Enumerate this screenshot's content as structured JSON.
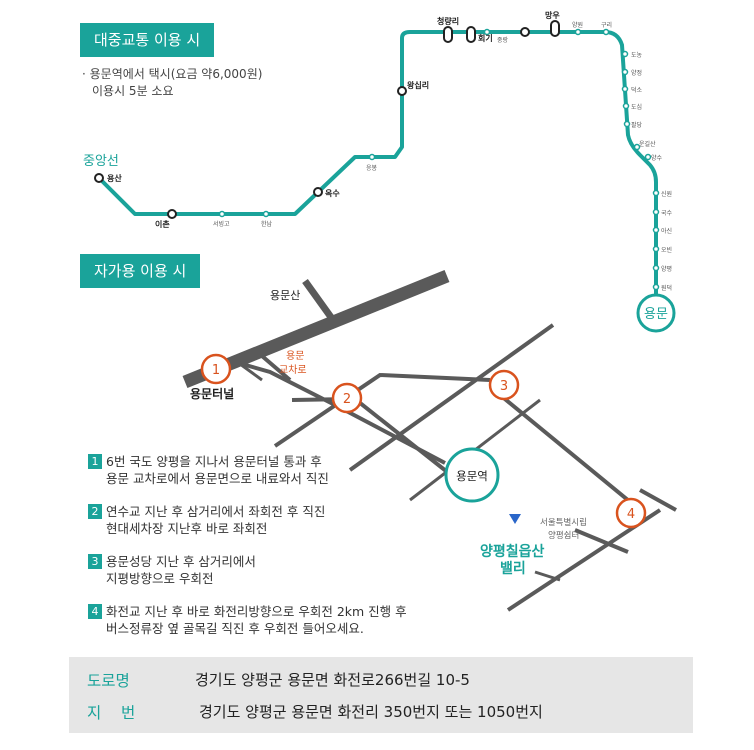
{
  "transit": {
    "badge": "대중교통 이용 시",
    "note_line1": "· 용문역에서 택시(요금 약6,000원)",
    "note_line2": "이용시 5분 소요",
    "line_name": "중앙선",
    "stations": {
      "yongsan": "용산",
      "ichon": "이촌",
      "seobinggo": "서빙고",
      "hannam": "한남",
      "oksu": "옥수",
      "eungbong": "응봉",
      "wangsimni": "왕십리",
      "cheongnyangni": "청량리",
      "hoegi": "회기",
      "jungnang": "중랑",
      "mangu": "망우",
      "yangwon": "양원",
      "guri": "구리",
      "donong": "도농",
      "yangjeong": "양정",
      "deokso": "덕소",
      "dosim": "도심",
      "paldang": "팔당",
      "ungilsan": "운길산",
      "yangsu": "양수",
      "sinwon": "신원",
      "guksu": "국수",
      "asin": "아신",
      "obin": "오빈",
      "yangpyeong": "양평",
      "wondeok": "원덕",
      "yongmun": "용문"
    }
  },
  "car": {
    "badge": "자가용 이용 시",
    "labels": {
      "mountain": "용문산",
      "interchange_1": "용문",
      "interchange_2": "교차로",
      "tunnel": "용문터널",
      "station": "용문역",
      "shelter_1": "서울특별시립",
      "shelter_2": "양평쉼터",
      "dest_1": "양평칠읍산",
      "dest_2": "밸리"
    },
    "markers": [
      "1",
      "2",
      "3",
      "4"
    ],
    "steps": [
      {
        "num": "1",
        "line1": "6번 국도 양평을 지나서 용문터널 통과 후",
        "line2": "용문 교차로에서 용문면으로 내료와서 직진"
      },
      {
        "num": "2",
        "line1": "연수교 지난 후 삼거리에서 좌회전 후 직진",
        "line2": "현대세차장 지난후 바로 좌회전"
      },
      {
        "num": "3",
        "line1": "용문성당 지난 후 삼거리에서",
        "line2": "지평방향으로 우회전"
      },
      {
        "num": "4",
        "line1": "화전교 지난 후 바로 화전리방향으로 우회전 2km 진행 후",
        "line2": "버스정류장 옆 골목길 직진 후 우회전 들어오세요."
      }
    ]
  },
  "address": {
    "road_label": "도로명",
    "road_value": "경기도 양평군 용문면  화전로266번길 10-5",
    "lot_label": "지    번",
    "lot_value": "경기도 양평군 용문면 화전리 350번지 또는 1050번지"
  },
  "colors": {
    "accent": "#1aa39a",
    "road": "#5a5a5a",
    "marker": "#d9531e"
  }
}
